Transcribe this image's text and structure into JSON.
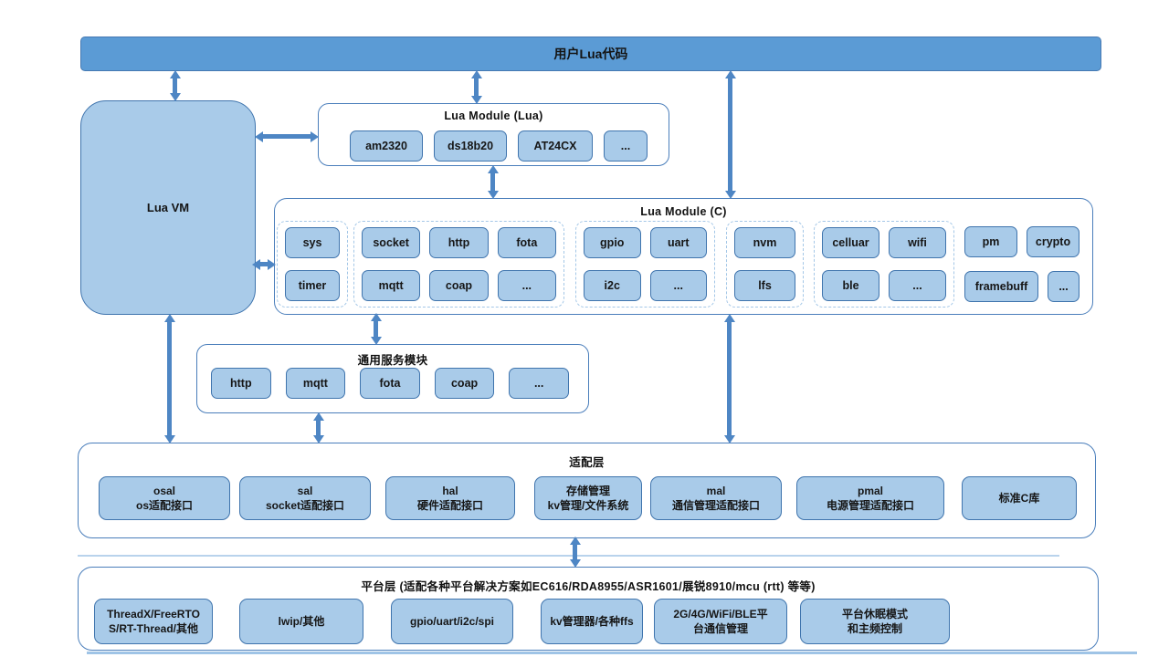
{
  "diagram": {
    "user_code_bar": "用户Lua代码",
    "lua_vm": "Lua VM",
    "lua_module_lua": {
      "title": "Lua Module (Lua)",
      "items": [
        "am2320",
        "ds18b20",
        "AT24CX",
        "..."
      ]
    },
    "lua_module_c": {
      "title": "Lua Module (C)",
      "groups": [
        {
          "dashed": true,
          "rows": [
            [
              "sys"
            ],
            [
              "timer"
            ]
          ]
        },
        {
          "dashed": true,
          "rows": [
            [
              "socket",
              "http",
              "fota"
            ],
            [
              "mqtt",
              "coap",
              "..."
            ]
          ]
        },
        {
          "dashed": true,
          "rows": [
            [
              "gpio",
              "uart"
            ],
            [
              "i2c",
              "..."
            ]
          ]
        },
        {
          "dashed": true,
          "rows": [
            [
              "nvm"
            ],
            [
              "lfs"
            ]
          ]
        },
        {
          "dashed": true,
          "rows": [
            [
              "celluar",
              "wifi"
            ],
            [
              "ble",
              "..."
            ]
          ]
        },
        {
          "dashed": false,
          "rows": [
            [
              "pm",
              "crypto"
            ],
            [
              "framebuff",
              "..."
            ]
          ]
        }
      ]
    },
    "common_service": {
      "title": "通用服务模块",
      "items": [
        "http",
        "mqtt",
        "fota",
        "coap",
        "..."
      ]
    },
    "adapter_layer": {
      "title": "适配层",
      "items": [
        {
          "lines": [
            "osal",
            "os适配接口"
          ]
        },
        {
          "lines": [
            "sal",
            "socket适配接口"
          ]
        },
        {
          "lines": [
            "hal",
            "硬件适配接口"
          ]
        },
        {
          "lines": [
            "存储管理",
            "kv管理/文件系统"
          ]
        },
        {
          "lines": [
            "mal",
            "通信管理适配接口"
          ]
        },
        {
          "lines": [
            "pmal",
            "电源管理适配接口"
          ]
        },
        {
          "lines": [
            "标准C库"
          ]
        }
      ]
    },
    "platform_layer": {
      "title": "平台层 (适配各种平台解决方案如EC616/RDA8955/ASR1601/展锐8910/mcu (rtt) 等等)",
      "items": [
        {
          "lines": [
            "ThreadX/FreeRTO",
            "S/RT-Thread/其他"
          ]
        },
        {
          "lines": [
            "lwip/其他"
          ]
        },
        {
          "lines": [
            "gpio/uart/i2c/spi"
          ]
        },
        {
          "lines": [
            "kv管理器/各种ffs"
          ]
        },
        {
          "lines": [
            "2G/4G/WiFi/BLE平",
            "台通信管理"
          ]
        },
        {
          "lines": [
            "平台休眠模式",
            "和主频控制"
          ]
        }
      ]
    }
  },
  "colors": {
    "bar_fill": "#5b9bd5",
    "item_fill": "#a9cbe9",
    "item_border": "#3f74ad",
    "container_border": "#4a7ebb",
    "dashed_border": "#a4c7e7",
    "arrow": "#4e86c4",
    "text": "#1a1a1a"
  }
}
